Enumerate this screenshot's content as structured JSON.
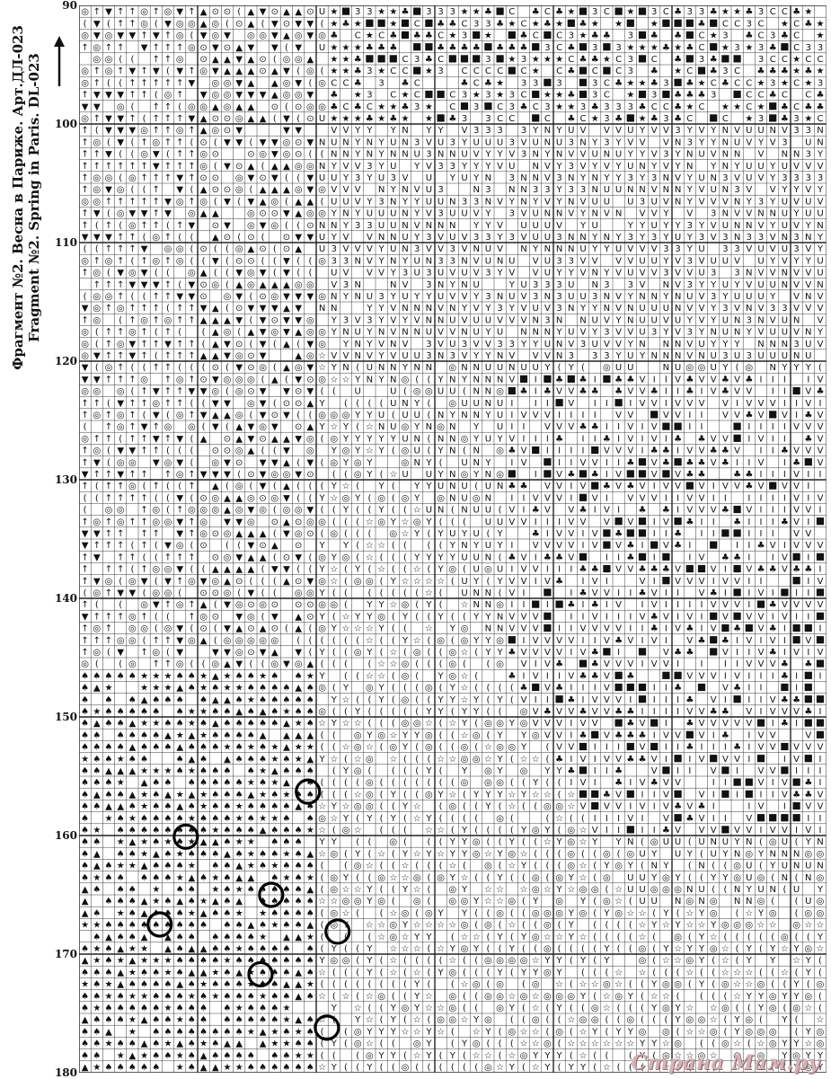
{
  "title_ru": "Фрагмент №2. Весна в Париже. Арт.ДЛ-023",
  "title_en": "Fragment №2. Spring in Paris. DL-023",
  "row_labels": [
    "90",
    "100",
    "110",
    "120",
    "130",
    "140",
    "150",
    "160",
    "170",
    "180"
  ],
  "watermark": "Страна Мам.ру",
  "symbol_set": [
    "◎",
    "(",
    "▼",
    "✦",
    "★",
    "▲",
    "■",
    "♣",
    "3",
    "C",
    "Y",
    "N",
    "U",
    "V",
    "I",
    "☆",
    "⊙",
    "♠",
    "↑"
  ],
  "circled_marks_count": 7
}
